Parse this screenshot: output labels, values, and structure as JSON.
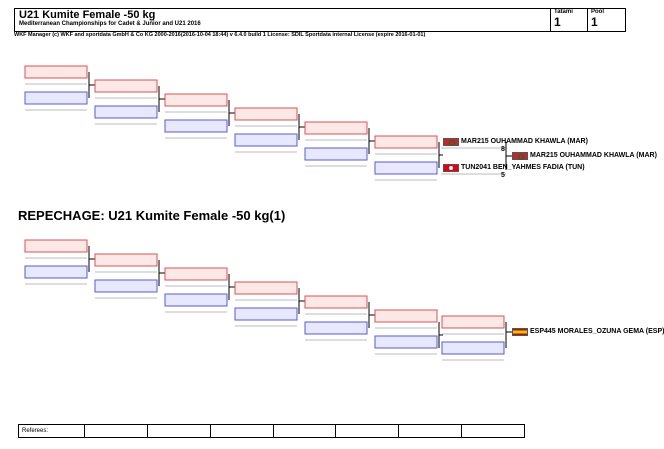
{
  "header": {
    "title": "U21 Kumite Female -50 kg",
    "subtitle": "Mediterranean Championships for Cadet & Junior and U21 2016",
    "tatami_label": "Tatami",
    "tatami_value": "1",
    "pool_label": "Pool",
    "pool_value": "1"
  },
  "credit": "WKF Manager (c) WKF and sportdata GmbH & Co KG 2000-2016(2016-10-04 18:44) v 6.4.0 build 1 License: SDIL Sportdata internal License (expire 2016-01-01)",
  "main_bracket": {
    "entries": [
      {
        "flag": "mar",
        "name": "MAR215 OUHAMMAD KHAWLA (MAR)",
        "score": "8"
      },
      {
        "flag": "tun",
        "name": "TUN2041 BEN_YAHMES FADIA (TUN)",
        "score": "5"
      }
    ],
    "winner": {
      "flag": "mar",
      "name": "MAR215 OUHAMMAD KHAWLA (MAR)"
    }
  },
  "repechage": {
    "title": "REPECHAGE:  U21 Kumite Female -50 kg(1)",
    "entry": {
      "flag": "esp",
      "name": "ESP445 MORALES_OZUNA GEMA (ESP)"
    }
  },
  "referees": {
    "label": "Referees:",
    "cells": [
      "",
      "",
      "",
      "",
      "",
      "",
      ""
    ]
  },
  "colors": {
    "red_box_fill": "#fde8e8",
    "red_box_line": "#d9534f",
    "blue_box_fill": "#e8e8fd",
    "blue_box_line": "#5a5ad6"
  }
}
